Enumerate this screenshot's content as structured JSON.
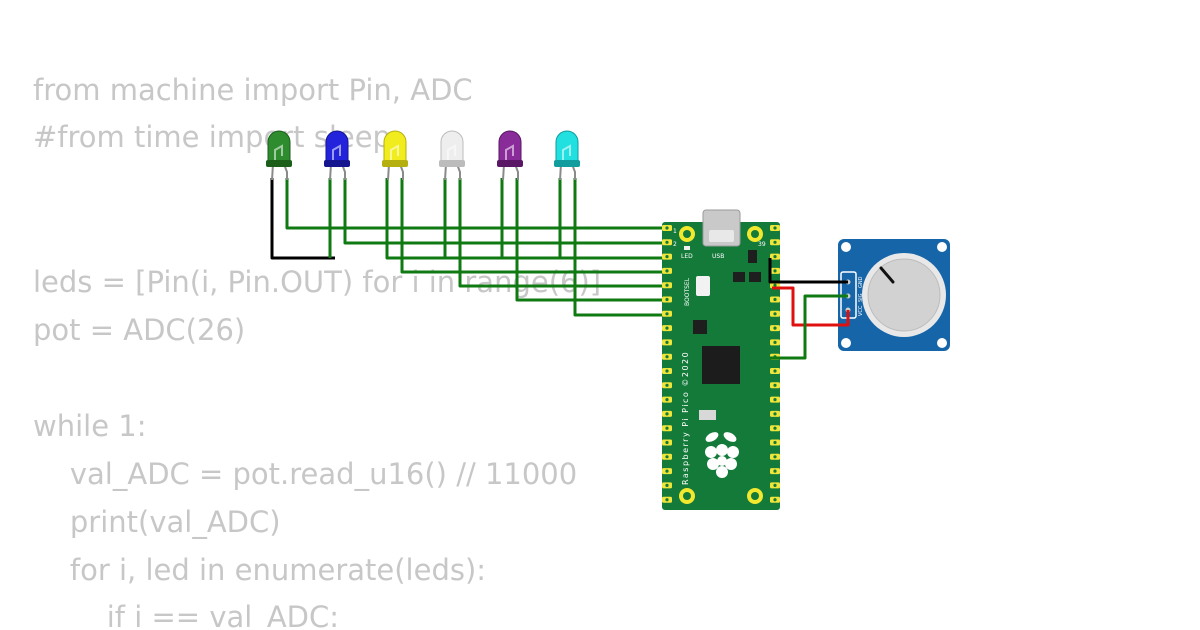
{
  "code_lines": [
    "from machine import Pin, ADC",
    "#from time import sleep",
    "",
    "",
    "leds = [Pin(i, Pin.OUT) for i in range(6)]",
    "pot = ADC(26)",
    "",
    "while 1:",
    "    val_ADC = pot.read_u16() // 11000",
    "    print(val_ADC)",
    "    for i, led in enumerate(leds):",
    "        if i == val_ADC:"
  ],
  "leds": [
    {
      "color": "green",
      "fill": "#2e8b2e",
      "dark": "#1a5e1a"
    },
    {
      "color": "blue",
      "fill": "#2323dc",
      "dark": "#15158f"
    },
    {
      "color": "yellow",
      "fill": "#f0ec1e",
      "dark": "#b5b00f"
    },
    {
      "color": "white",
      "fill": "#eeeeee",
      "dark": "#bcbcbc"
    },
    {
      "color": "purple",
      "fill": "#8a2b9a",
      "dark": "#5a1766"
    },
    {
      "color": "cyan",
      "fill": "#22dfe0",
      "dark": "#119c9d"
    }
  ],
  "pico": {
    "board_color": "#147a3a",
    "name": "Raspberry Pi Pico ©2020",
    "usb_label": "USB",
    "led_label": "LED",
    "bootsel_label": "BOOTSEL",
    "pin1_label": "1",
    "pin2_label": "2",
    "pin39_label": "39"
  },
  "potentiometer": {
    "board_color": "#1565a8",
    "pin_labels": [
      "GND",
      "SIG",
      "VCC"
    ]
  },
  "wire_colors": {
    "signal": "#0f7a12",
    "ground": "#000000",
    "power": "#e01010"
  }
}
